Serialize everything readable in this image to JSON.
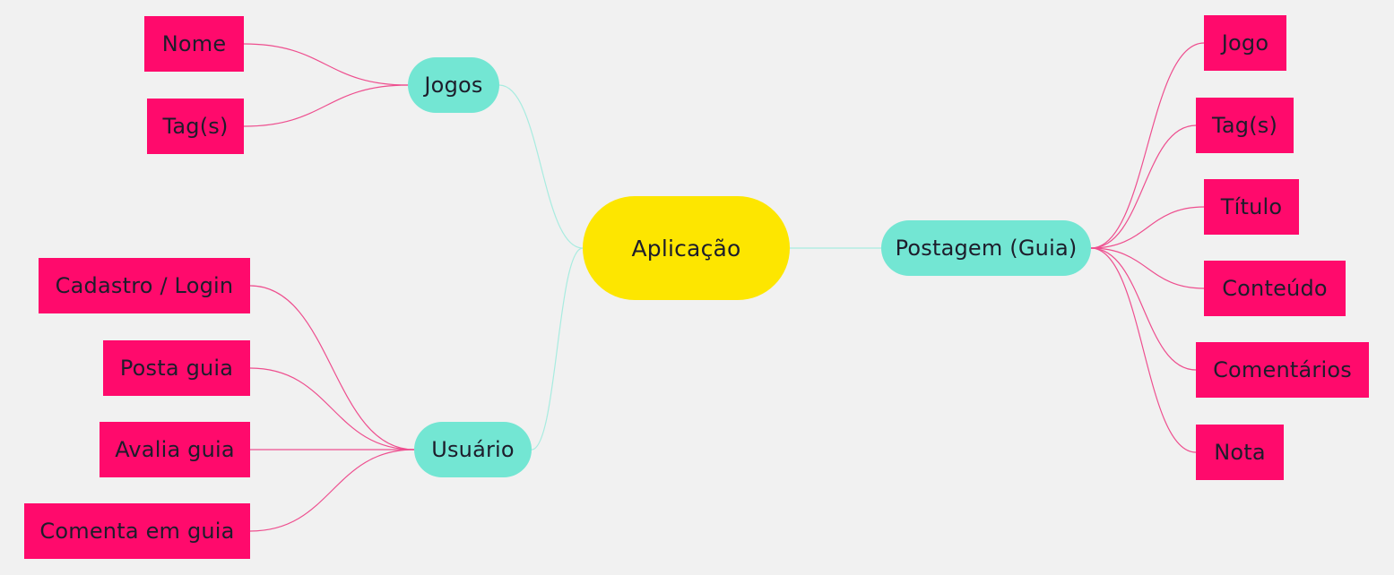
{
  "mindmap": {
    "root": {
      "label": "Aplicação",
      "color": "#fde600"
    },
    "branch_color": "#73e6d3",
    "leaf_color": "#ff0a6c",
    "branch_link_color": "#a8ece0",
    "leaf_link_color": "#ee4f8f",
    "branches": [
      {
        "id": "jogos",
        "label": "Jogos",
        "side": "left",
        "children": [
          "Nome",
          "Tag(s)"
        ]
      },
      {
        "id": "usuario",
        "label": "Usuário",
        "side": "left",
        "children": [
          "Cadastro / Login",
          "Posta guia",
          "Avalia guia",
          "Comenta em guia"
        ]
      },
      {
        "id": "postagem",
        "label": "Postagem (Guia)",
        "side": "right",
        "children": [
          "Jogo",
          "Tag(s)",
          "Título",
          "Conteúdo",
          "Comentários",
          "Nota"
        ]
      }
    ]
  }
}
